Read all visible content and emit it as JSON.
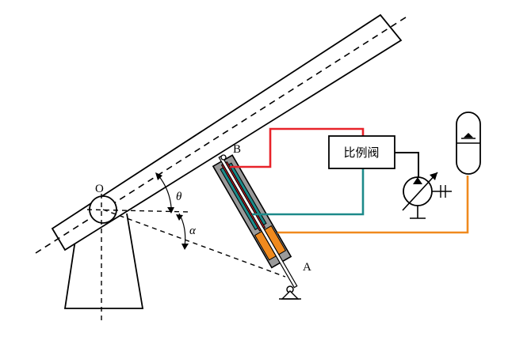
{
  "labels": {
    "point_o": "O",
    "point_b": "B",
    "point_a": "A",
    "angle_theta": "θ",
    "angle_alpha": "α",
    "valve": "比例阀"
  },
  "colors": {
    "line": "#000000",
    "supply_line": "#e8232a",
    "return_line": "#1d8a8a",
    "accumulator_line": "#f08a1e",
    "cylinder_body": "#9a9a9a",
    "rod_chamber": "#e8232a",
    "annulus_chamber": "#1d8a8a",
    "piston_chamber": "#f08a1e"
  }
}
